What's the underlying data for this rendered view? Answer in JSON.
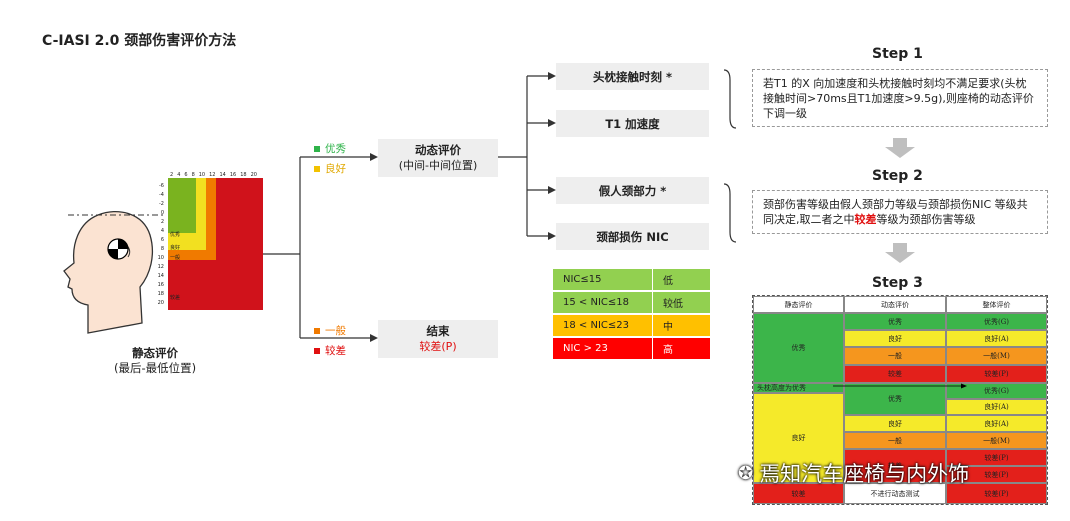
{
  "title": "C-IASI 2.0 颈部伤害评价方法",
  "static_eval": {
    "title": "静态评价",
    "subtitle": "(最后-最低位置)"
  },
  "grid": {
    "top_ticks": [
      "2",
      "4",
      "6",
      "8",
      "10",
      "12",
      "14",
      "16",
      "18",
      "20"
    ],
    "left_ticks": [
      "-6",
      "-4",
      "-2",
      "0",
      "2",
      "4",
      "6",
      "8",
      "10",
      "12",
      "14",
      "16",
      "18",
      "20"
    ],
    "zone_labels": [
      "优秀",
      "良好",
      "一般",
      "较差"
    ]
  },
  "branches": {
    "top": [
      {
        "label": "优秀",
        "color": "#2fb34a"
      },
      {
        "label": "良好",
        "color": "#f2c200"
      }
    ],
    "bottom": [
      {
        "label": "一般",
        "color": "#f07a00"
      },
      {
        "label": "较差",
        "color": "#e01010"
      }
    ]
  },
  "dynamic_box": {
    "title": "动态评价",
    "subtitle": "(中间-中间位置)"
  },
  "end_box": {
    "title": "结束",
    "subtitle": "较差(P)"
  },
  "criteria": [
    "头枕接触时刻 *",
    "T1 加速度",
    "假人颈部力 *",
    "颈部损伤 NIC"
  ],
  "steps": [
    "Step 1",
    "Step 2",
    "Step 3"
  ],
  "step1_text": "若T1 的X 向加速度和头枕接触时刻均不满足要求(头枕接触时间>70ms且T1加速度>9.5g),则座椅的动态评价下调一级",
  "step2_text": {
    "before": "颈部伤害等级由假人颈部力等级与颈部损伤NIC 等级共同决定,取二者之中",
    "highlight": "较差",
    "after": "等级为颈部伤害等级"
  },
  "nic_table": [
    {
      "range": "NIC≤15",
      "level": "低",
      "color": "#92d050"
    },
    {
      "range": "15 < NIC≤18",
      "level": "较低",
      "color": "#92d050"
    },
    {
      "range": "18 < NIC≤23",
      "level": "中",
      "color": "#ffc000"
    },
    {
      "range": "NIC > 23",
      "level": "高",
      "color": "#ff0000"
    }
  ],
  "result_table": {
    "headers": [
      "静态评价",
      "动态评价",
      "整体评价"
    ],
    "rows": [
      {
        "dyn": "优秀",
        "res": "优秀(G)"
      },
      {
        "dyn": "良好",
        "res": "良好(A)"
      },
      {
        "dyn": "一般",
        "res": "一般(M)"
      },
      {
        "dyn": "较差",
        "res": "较差(P)"
      },
      {
        "dyn": "优秀",
        "res": "优秀(G)"
      },
      {
        "dyn": "",
        "res": "良好(A)"
      },
      {
        "dyn": "良好",
        "res": "良好(A)"
      },
      {
        "dyn": "一般",
        "res": "一般(M)"
      },
      {
        "dyn": "较差",
        "res": "较差(P)"
      },
      {
        "dyn": "",
        "res": "较差(P)"
      },
      {
        "dyn": "不进行动态测试",
        "res": "较差(P)"
      }
    ],
    "static_groups": [
      "优秀",
      "头枕高度为优秀",
      "良好",
      "较差"
    ]
  },
  "watermark": "焉知汽车座椅与内外饰"
}
